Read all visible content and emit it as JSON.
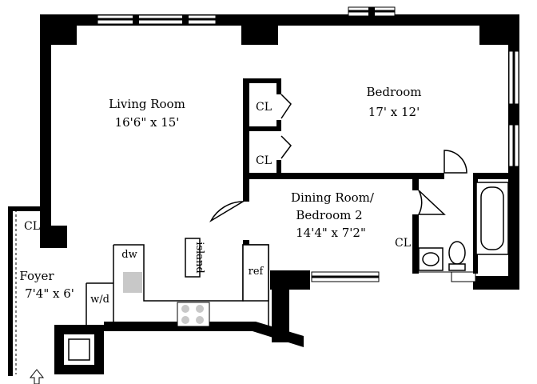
{
  "rooms": {
    "living_room": {
      "name": "Living Room",
      "size": "16'6\" x 15'"
    },
    "bedroom": {
      "name": "Bedroom",
      "size": "17' x 12'"
    },
    "dining": {
      "name_line1": "Dining Room/",
      "name_line2": "Bedroom 2",
      "size": "14'4\" x 7'2\""
    },
    "foyer": {
      "name": "Foyer",
      "size": "7'4\" x 6'"
    }
  },
  "closets": {
    "cl1": "CL",
    "cl2": "CL",
    "cl3": "CL",
    "cl4": "CL"
  },
  "appliances": {
    "dishwasher": "dw",
    "island": "island",
    "refrigerator": "ref",
    "washer_dryer": "w/d"
  },
  "colors": {
    "wall": "#000000",
    "window": "#ffffff",
    "counter_fill": "#ffffff",
    "dw_fill": "#c8c8c8",
    "burner": "#c8c8c8"
  }
}
